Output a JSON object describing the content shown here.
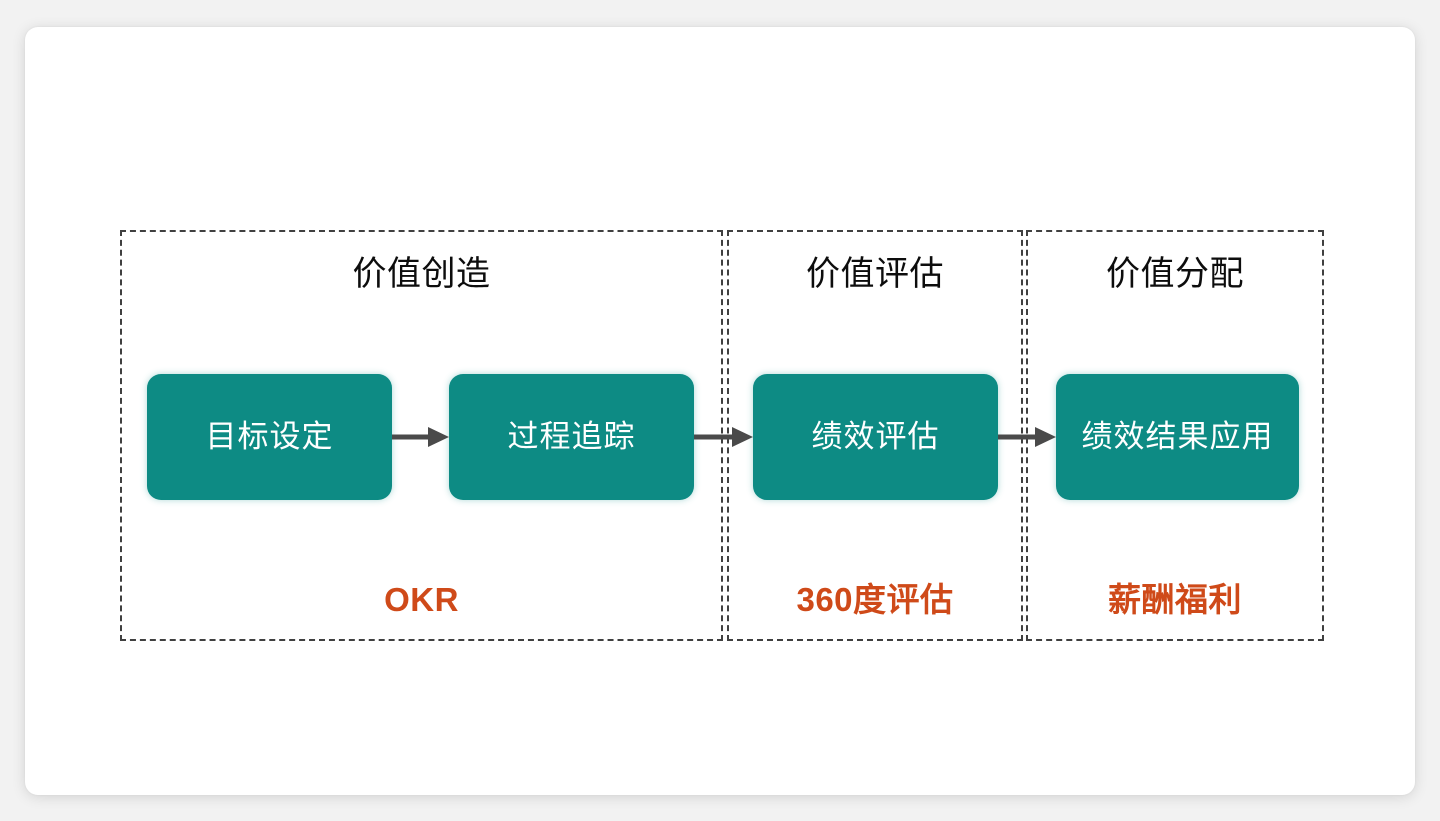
{
  "slide": {
    "background_color": "#f2f2f2",
    "card_color": "#ffffff"
  },
  "theme": {
    "box_color": "#0d8b84",
    "box_text_color": "#ffffff",
    "tag_color": "#cf4a19",
    "title_color": "#0d0d0d",
    "panel_border_color": "#404040",
    "arrow_color": "#4a4a4a"
  },
  "diagram": {
    "type": "process-flow",
    "phases": [
      {
        "title": "价值创造",
        "tag": "OKR",
        "steps": [
          "目标设定",
          "过程追踪"
        ]
      },
      {
        "title": "价值评估",
        "tag": "360度评估",
        "steps": [
          "绩效评估"
        ]
      },
      {
        "title": "价值分配",
        "tag": "薪酬福利",
        "steps": [
          "绩效结果应用"
        ]
      }
    ],
    "flow_order": [
      "目标设定",
      "过程追踪",
      "绩效评估",
      "绩效结果应用"
    ],
    "arrows": [
      "arrow-right",
      "arrow-right",
      "arrow-right"
    ]
  }
}
